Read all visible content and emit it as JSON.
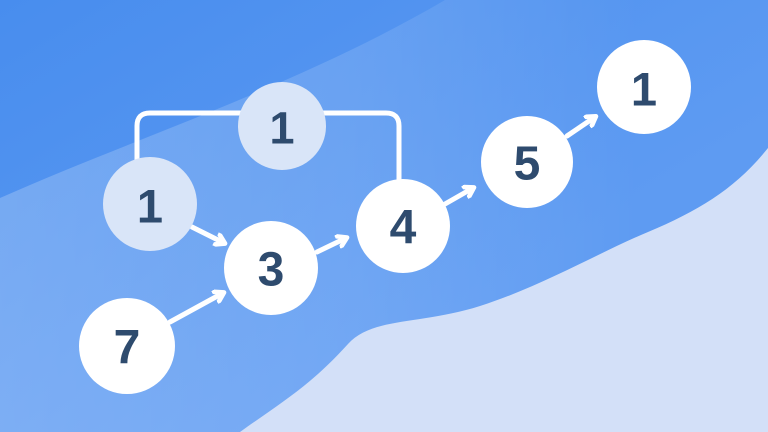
{
  "diagram": {
    "description": "flow of numbered circle nodes connected by arrows",
    "nodes": [
      {
        "id": "left-1",
        "value": "1",
        "style": "light"
      },
      {
        "id": "top-1",
        "value": "1",
        "style": "light"
      },
      {
        "id": "seven",
        "value": "7",
        "style": "white"
      },
      {
        "id": "three",
        "value": "3",
        "style": "white"
      },
      {
        "id": "four",
        "value": "4",
        "style": "white"
      },
      {
        "id": "five",
        "value": "5",
        "style": "white"
      },
      {
        "id": "right-1",
        "value": "1",
        "style": "white"
      }
    ],
    "edges": [
      {
        "from": "left-1",
        "to": "three",
        "type": "arrow"
      },
      {
        "from": "seven",
        "to": "three",
        "type": "arrow"
      },
      {
        "from": "three",
        "to": "four",
        "type": "arrow"
      },
      {
        "from": "four",
        "to": "five",
        "type": "arrow"
      },
      {
        "from": "five",
        "to": "right-1",
        "type": "arrow"
      },
      {
        "from": "left-1",
        "to": "four",
        "type": "elbow-line",
        "via": "top-1"
      }
    ]
  },
  "colors": {
    "background_top": "#488dee",
    "background_bottom": "#5e9bf2",
    "pale_wave": "#d3e0f8",
    "node_light_fill": "#d9e5f8",
    "node_white_fill": "#ffffff",
    "digit": "#2e4b6e",
    "connector": "#ffffff"
  }
}
